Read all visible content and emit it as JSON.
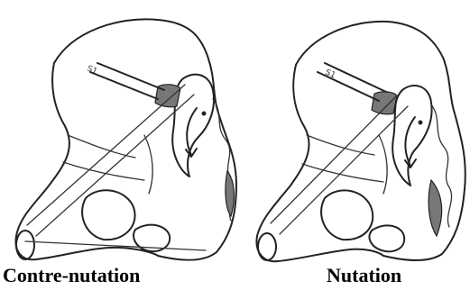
{
  "figure": {
    "left_caption": "Contre-nutation",
    "right_caption": "Nutation",
    "left_angle_label": "S1",
    "right_angle_label": "S1"
  },
  "colors": {
    "ink": "#222222",
    "shading": "#777777",
    "background": "#ffffff"
  }
}
